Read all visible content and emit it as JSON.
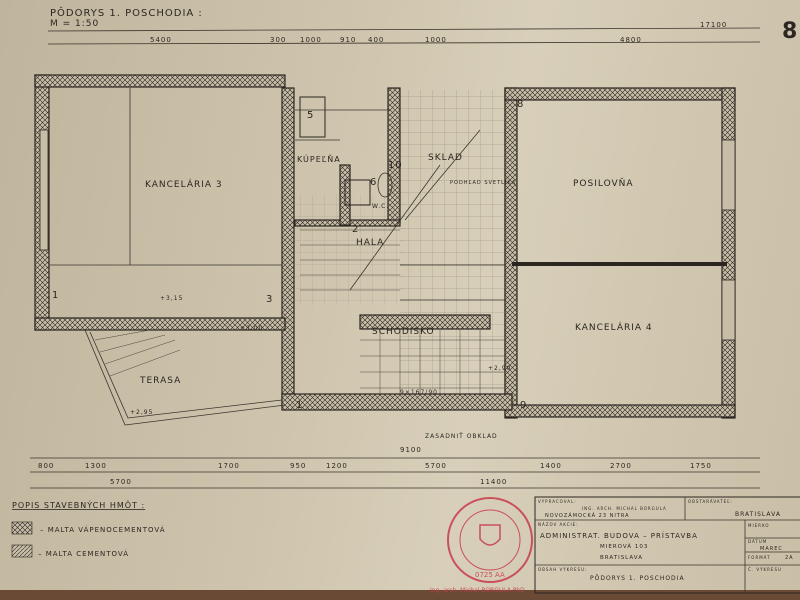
{
  "drawing": {
    "title": "PÔDORYS 1. POSCHODIA :",
    "scale": "M = 1:50",
    "sheet_number": "8",
    "overall_dimension": "17100",
    "top_dimensions": [
      "5400",
      "300",
      "1000",
      "910",
      "400",
      "1000",
      "4800"
    ],
    "bottom_dimensions": [
      "800",
      "1300",
      "1700",
      "950",
      "1200",
      "5700",
      "1400",
      "2700",
      "1750"
    ],
    "bottom_totals": [
      "5700",
      "9100",
      "11400"
    ],
    "rooms": [
      {
        "name": "KANCELÁRIA 3",
        "number": "1"
      },
      {
        "name": "KÚPEĽŇA",
        "number": "5"
      },
      {
        "name": "SKLAD",
        "number": "10"
      },
      {
        "name": "POSILOVŇA",
        "number": "8"
      },
      {
        "name": "W.C.",
        "number": "6"
      },
      {
        "name": "HALA",
        "number": "2"
      },
      {
        "name": "SCHODISKO",
        "number": "1"
      },
      {
        "name": "KANCELÁRIA 4",
        "number": "9"
      },
      {
        "name": "TERASA",
        "number": "3"
      }
    ],
    "annotations": [
      "PODHĽAD SVETLÍKA",
      "ZASADNIŤ OBKLAD",
      "9×167/90",
      "+3,15",
      "+2,95",
      "+3,00",
      "+2,90"
    ],
    "hatch_color": "#2b2620",
    "paper_color": "#cfc5ae"
  },
  "legend": {
    "title": "POPIS STAVEBNÝCH HMÔT :",
    "items": [
      {
        "label": "– MALTA VÁPENOCEMENTOVÁ",
        "pattern": "cross-hatch"
      },
      {
        "label": "– MALTA CEMENTOVÁ",
        "pattern": "diagonal-hatch"
      }
    ]
  },
  "title_block": {
    "designer_label": "VYPRACOVAL:",
    "designer": "ING. ARCH. MICHAL BORGULA",
    "designer_address": "NOVOZÁMOCKÁ 23 NITRA",
    "client_label": "OBSTARÁVATEĽ:",
    "client": "BRATISLAVA",
    "project_label": "NÁZOV AKCIE:",
    "project": "ADMINISTRAT. BUDOVA – PRÍSTAVBA",
    "address": "MIEROVÁ 103",
    "city": "BRATISLAVA",
    "drawing_label": "OBSAH VÝKRESU:",
    "drawing": "PÔDORYS 1. POSCHODIA",
    "scale_label": "MIERKO",
    "date_label": "DÁTUM",
    "date": "MAREC",
    "format_label": "FORMÁT",
    "format": "2A",
    "number_label": "Č. VÝKRESU",
    "stamp_text": "Ing. arch. Michal BORGULA PhD",
    "stamp_id": "0725 AA",
    "stamp_color": "#c83a4a"
  }
}
